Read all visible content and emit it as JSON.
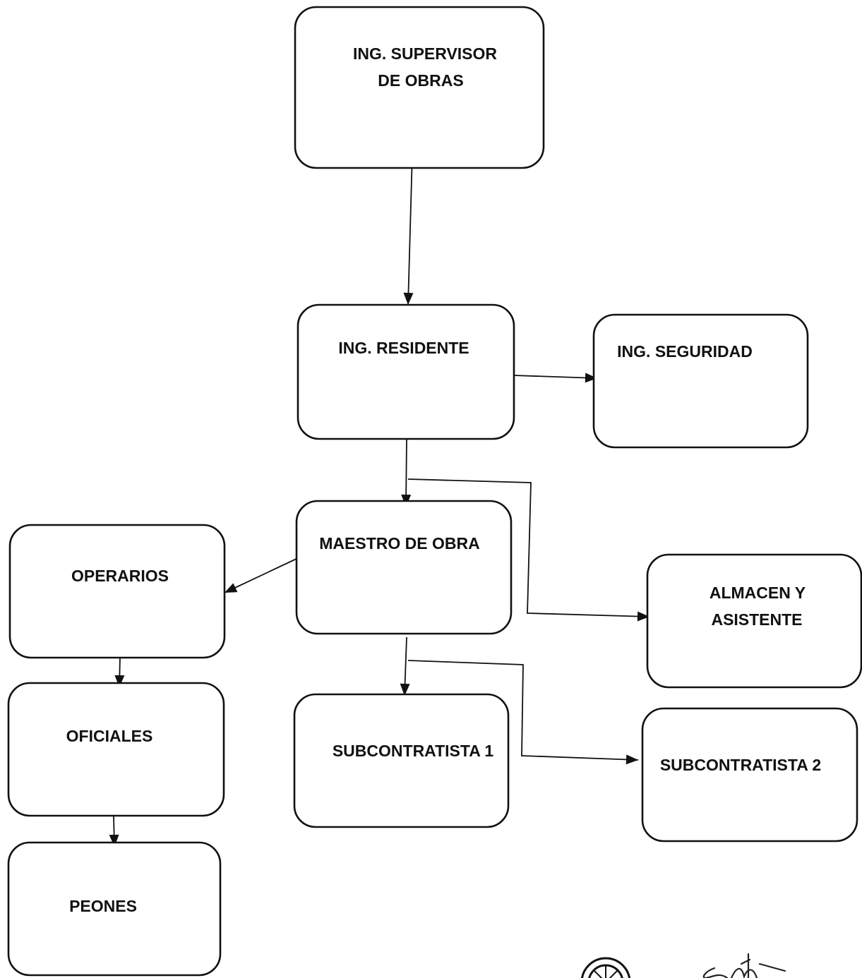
{
  "diagram": {
    "nodes": [
      {
        "id": "supervisor",
        "lines": [
          "ING. SUPERVISOR",
          "DE OBRAS"
        ]
      },
      {
        "id": "residente",
        "lines": [
          "ING. RESIDENTE"
        ]
      },
      {
        "id": "seguridad",
        "lines": [
          "ING. SEGURIDAD"
        ]
      },
      {
        "id": "maestro",
        "lines": [
          "MAESTRO DE OBRA"
        ]
      },
      {
        "id": "operarios",
        "lines": [
          "OPERARIOS"
        ]
      },
      {
        "id": "almacen",
        "lines": [
          "ALMACEN Y",
          "ASISTENTE"
        ]
      },
      {
        "id": "oficiales",
        "lines": [
          "OFICIALES"
        ]
      },
      {
        "id": "sub1",
        "lines": [
          "SUBCONTRATISTA 1"
        ]
      },
      {
        "id": "sub2",
        "lines": [
          "SUBCONTRATISTA 2"
        ]
      },
      {
        "id": "peones",
        "lines": [
          "PEONES"
        ]
      }
    ],
    "edges": [
      {
        "from": "supervisor",
        "to": "residente"
      },
      {
        "from": "residente",
        "to": "seguridad"
      },
      {
        "from": "residente",
        "to": "maestro"
      },
      {
        "from": "residente",
        "to": "almacen"
      },
      {
        "from": "maestro",
        "to": "operarios"
      },
      {
        "from": "maestro",
        "to": "sub1"
      },
      {
        "from": "maestro",
        "to": "sub2"
      },
      {
        "from": "operarios",
        "to": "oficiales"
      },
      {
        "from": "oficiales",
        "to": "peones"
      }
    ]
  },
  "colors": {
    "stroke": "#111111",
    "background": "#ffffff"
  },
  "footer": {
    "seal_icon": "official-seal-icon",
    "signature_icon": "handwritten-signature-icon"
  }
}
